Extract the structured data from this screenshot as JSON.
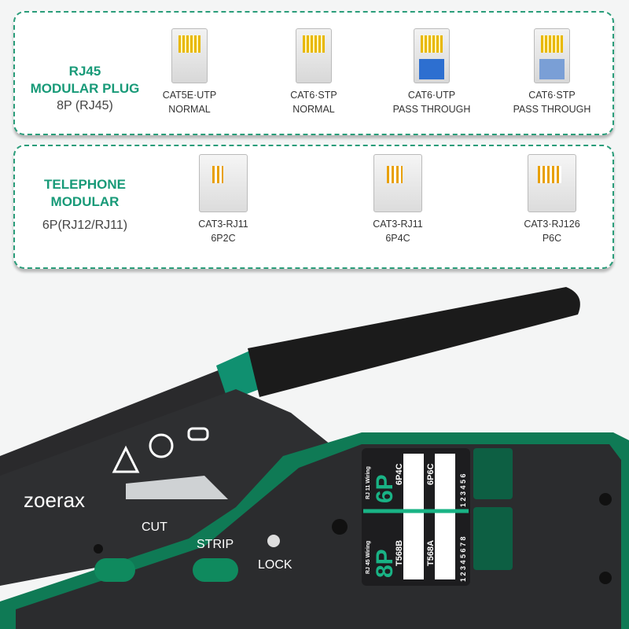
{
  "rj45_panel": {
    "title_line1": "RJ45",
    "title_line2": "MODULAR PLUG",
    "subtitle": "8P (RJ45)",
    "items": [
      {
        "line1": "CAT5E·UTP",
        "line2": "NORMAL"
      },
      {
        "line1": "CAT6·STP",
        "line2": "NORMAL"
      },
      {
        "line1": "CAT6·UTP",
        "line2": "PASS THROUGH"
      },
      {
        "line1": "CAT6·STP",
        "line2": "PASS THROUGH"
      }
    ]
  },
  "telephone_panel": {
    "title_line1": "TELEPHONE",
    "title_line2": "MODULAR",
    "subtitle": "6P(RJ12/RJ11)",
    "items": [
      {
        "line1": "CAT3-RJ11",
        "line2": "6P2C"
      },
      {
        "line1": "CAT3-RJ11",
        "line2": "6P4C"
      },
      {
        "line1": "CAT3·RJ126",
        "line2": "P6C"
      }
    ]
  },
  "tool": {
    "brand": "zoerax",
    "cut_label": "CUT",
    "strip_label": "STRIP",
    "lock_label": "LOCK",
    "wiring": {
      "six_p": "6P",
      "eight_p": "8P",
      "rj11_wiring": "RJ 11 Wiring",
      "rj45_wiring": "RJ 45 Wiring",
      "p4c": "6P4C",
      "p6c": "6P6C",
      "t568b": "T568B",
      "t568a": "T568A",
      "pins_6": "1 2 3 4 5 6",
      "pins_8": "1 2 3 4 5 6 7 8"
    }
  },
  "colors": {
    "accent": "#189a78",
    "tool_green": "#0f7a55",
    "handle": "#1c1c1c"
  }
}
